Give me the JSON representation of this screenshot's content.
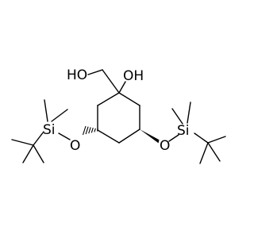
{
  "structure": {
    "labels": {
      "hydroxymethyl": "HO",
      "hydroxyl": "OH",
      "left_oxygen": "O",
      "right_oxygen": "O",
      "left_silicon": "Si",
      "right_silicon": "Si"
    },
    "colors": {
      "bond": "#000000",
      "text": "#000000",
      "background": "#ffffff"
    }
  }
}
